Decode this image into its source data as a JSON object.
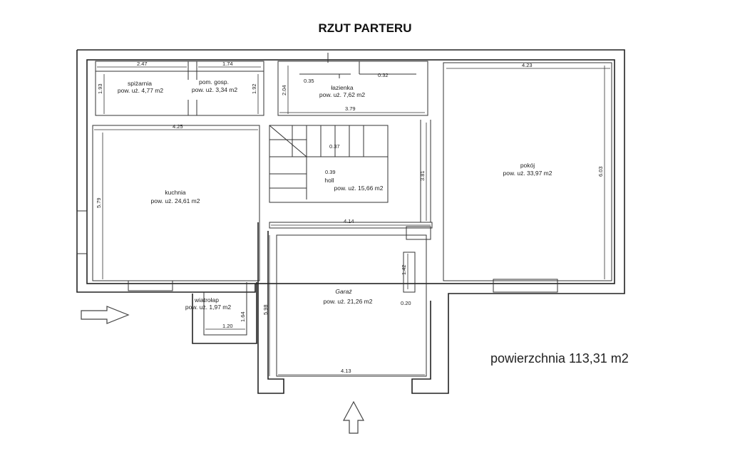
{
  "title": "RZUT PARTERU",
  "total_area": "powierzchnia 113,31 m2",
  "rooms": {
    "spizarnia": {
      "name": "spiżarnia",
      "area": "pow. uż. 4,77 m2"
    },
    "pom_gosp": {
      "name": "pom. gosp.",
      "area": "pow. uż. 3,34 m2"
    },
    "lazienka": {
      "name": "łazienka",
      "area": "pow. uż. 7,62 m2"
    },
    "pokoj": {
      "name": "pokój",
      "area": "pow. uż. 33,97 m2"
    },
    "kuchnia": {
      "name": "kuchnia",
      "area": "pow. uż. 24,61 m2"
    },
    "holl": {
      "name": "holl",
      "area": "pow. uż. 15,66 m2"
    },
    "wiatrolap": {
      "name": "wiatrołap",
      "area": "pow. uż. 1,97 m2"
    },
    "garaz": {
      "name": "Garaż",
      "area": "pow. uż. 21,26 m2"
    }
  },
  "dimensions": {
    "d247": "2.47",
    "d174": "1.74",
    "d193": "1.93",
    "d192": "1.92",
    "d035": "0.35",
    "d032": "0.32",
    "d204": "2.04",
    "d379": "3.79",
    "d423": "4.23",
    "d603": "6.03",
    "d425": "4.25",
    "d579": "5.79",
    "d037": "0.37",
    "d039": "0.39",
    "d381": "3.81",
    "d414": "4.14",
    "d142": "1.42",
    "d598": "5.98",
    "d020": "0.20",
    "d164": "1.64",
    "d120": "1.20",
    "d413": "4.13"
  }
}
